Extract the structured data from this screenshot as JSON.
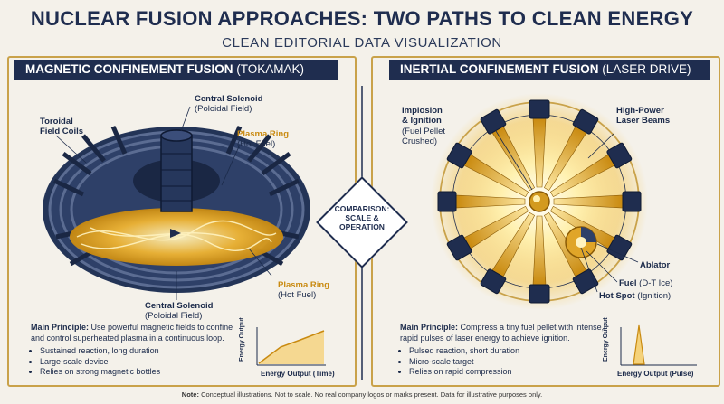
{
  "title": "NUCLEAR FUSION APPROACHES: TWO PATHS TO CLEAN ENERGY",
  "subtitle": "CLEAN EDITORIAL DATA VISUALIZATION",
  "left": {
    "header_bold": "MAGNETIC CONFINEMENT FUSION",
    "header_light": "(TOKAMAK)",
    "toroidal_label": "Toroidal\nField Coils",
    "solenoid_top_title": "Central Solenoid",
    "solenoid_top_sub": "(Poloidal Field)",
    "plasma_top_title": "Plasma Ring",
    "plasma_top_sub": "(Hot Fuel)",
    "plasma_bottom_title": "Plasma Ring",
    "plasma_bottom_sub": "(Hot Fuel)",
    "solenoid_bottom_title": "Central Solenoid",
    "solenoid_bottom_sub": "(Poloidal Field)",
    "principle_lead": "Main Principle:",
    "principle_text": "Use powerful magnetic fields to confine and control superheated plasma in a continuous loop.",
    "bullets": [
      "Sustained reaction, long duration",
      "Large-scale device",
      "Relies on strong magnetic bottles"
    ],
    "chart_ylabel": "Energy Output",
    "chart_xlabel": "Energy Output (Time)"
  },
  "right": {
    "header_bold": "INERTIAL CONFINEMENT FUSION",
    "header_light": "(LASER DRIVE)",
    "implosion_title": "Implosion\n& Ignition",
    "implosion_sub": "(Fuel Pellet\nCrushed)",
    "laser_title": "High-Power\nLaser Beams",
    "ablator_label": "Ablator",
    "fuel_title": "Fuel",
    "fuel_sub": "(D-T Ice)",
    "hotspot_title": "Hot Spot",
    "hotspot_sub": "(Ignition)",
    "principle_lead": "Main Principle:",
    "principle_text": "Compress a tiny fuel pellet with intense, rapid pulses of laser energy to achieve ignition.",
    "bullets": [
      "Pulsed reaction, short duration",
      "Micro-scale target",
      "Relies on rapid compression"
    ],
    "chart_ylabel": "Energy Output",
    "chart_xlabel": "Energy Output (Pulse)"
  },
  "center": {
    "text": "COMPARISON:\nSCALE &\nOPERATION"
  },
  "footer": {
    "lead": "Note:",
    "text": "Conceptual illustrations. Not to scale. No real company logos or marks present. Data for illustrative purposes only."
  },
  "colors": {
    "navy": "#1f2d4f",
    "gold": "#c9a24a",
    "plasma": "#f0b533"
  }
}
